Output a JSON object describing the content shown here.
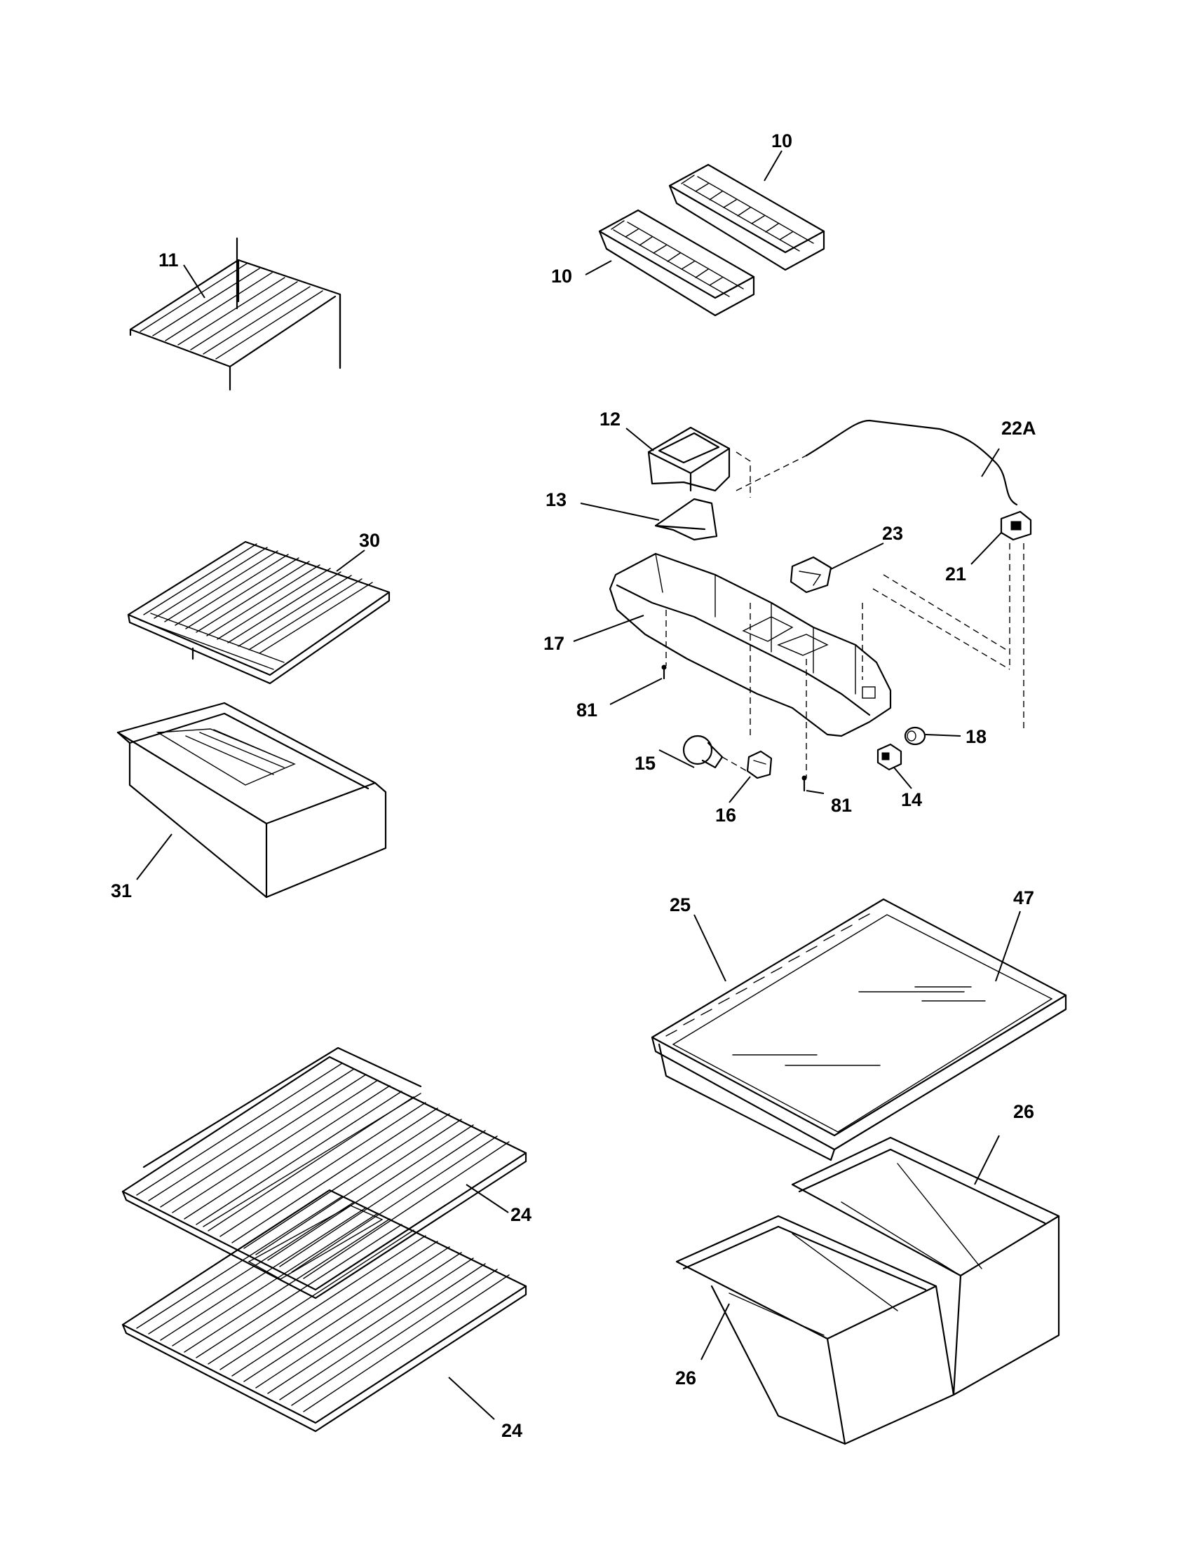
{
  "callouts": {
    "c10a": "10",
    "c10b": "10",
    "c11": "11",
    "c12": "12",
    "c13": "13",
    "c14": "14",
    "c15": "15",
    "c16": "16",
    "c17": "17",
    "c18": "18",
    "c21": "21",
    "c22a": "22A",
    "c23": "23",
    "c24a": "24",
    "c24b": "24",
    "c25": "25",
    "c26a": "26",
    "c26b": "26",
    "c30": "30",
    "c31": "31",
    "c47": "47",
    "c81a": "81",
    "c81b": "81"
  }
}
